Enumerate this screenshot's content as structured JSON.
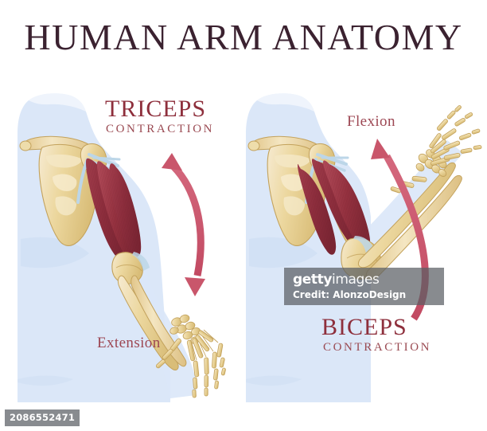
{
  "illustration": {
    "title": "HUMAN ARM ANATOMY",
    "subject": "human arm anatomy comparison of triceps extension and biceps flexion"
  },
  "labels": {
    "triceps_title": "TRICEPS",
    "triceps_subtitle": "CONTRACTION",
    "biceps_title": "BICEPS",
    "biceps_subtitle": "CONTRACTION",
    "extension": "Extension",
    "flexion": "Flexion"
  },
  "watermark": {
    "logo_bold": "getty",
    "logo_light": "images",
    "credit": "Credit: AlonzoDesign",
    "asset_id": "2086552471"
  },
  "colors": {
    "background": "#ffffff",
    "title_text": "#3b2230",
    "label_maroon": "#8e2f3c",
    "label_sub": "#9a4a52",
    "body_silhouette": "#dbe7f8",
    "body_silhouette_shade": "#cfdff4",
    "bone_light": "#f3e3b4",
    "bone_mid": "#e6cf93",
    "bone_dark": "#d4b772",
    "bone_outline": "#c3a25c",
    "muscle_dark": "#8e2f3c",
    "muscle_mid": "#a83b4a",
    "muscle_light": "#b84a59",
    "tendon": "#bcd6e8",
    "arrow": "#cc5a70",
    "watermark_bar": "rgba(90,94,100,0.72)"
  },
  "panels": [
    {
      "id": "left-panel",
      "name": "triceps-extension-panel",
      "arm_state": "extended",
      "active_muscle": "triceps",
      "motion_label": "Extension",
      "arrow": "double-headed curved arrow pointing down"
    },
    {
      "id": "right-panel",
      "name": "biceps-flexion-panel",
      "arm_state": "flexed",
      "active_muscle": "biceps",
      "motion_label": "Flexion",
      "arrow": "single-headed curved arrow pointing up"
    }
  ],
  "anatomy_parts": [
    "clavicle",
    "scapula",
    "humerus",
    "radius",
    "ulna",
    "carpals",
    "metacarpals",
    "phalanges",
    "triceps brachii",
    "biceps brachii",
    "tendons"
  ]
}
